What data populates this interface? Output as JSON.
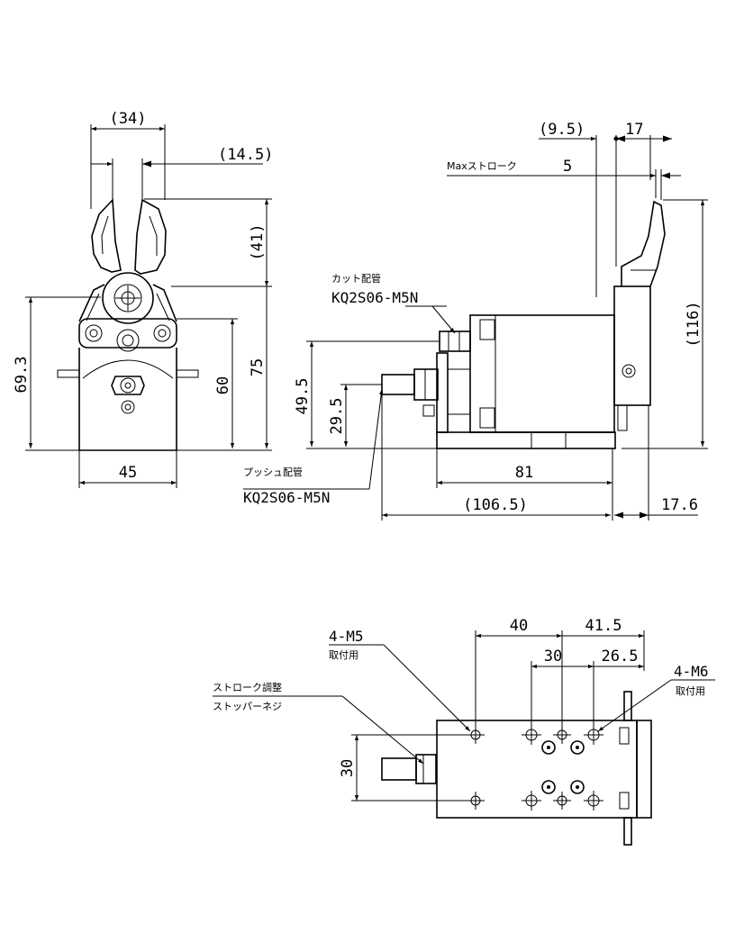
{
  "front_view": {
    "dim_width_top": "(34)",
    "dim_jaw_width": "(14.5)",
    "dim_jaw_height": "(41)",
    "dim_height_left": "69.3",
    "dim_height_60": "60",
    "dim_height_75": "75",
    "dim_base_width": "45"
  },
  "side_view": {
    "dim_offset_95": "(9.5)",
    "dim_17": "17",
    "max_stroke_label": "Maxストローク",
    "max_stroke_value": "5",
    "dim_total_height": "(116)",
    "dim_495": "49.5",
    "dim_295": "29.5",
    "dim_81": "81",
    "dim_1065": "(106.5)",
    "dim_176": "17.6",
    "cut_port_label": "カット配管",
    "cut_port_part": "KQ2S06-M5N",
    "push_port_label": "プッシュ配管",
    "push_port_part": "KQ2S06-M5N"
  },
  "bottom_view": {
    "dim_40": "40",
    "dim_415": "41.5",
    "dim_30_top": "30",
    "dim_265": "26.5",
    "dim_30_left": "30",
    "m5_label": "4-M5",
    "m5_sub": "取付用",
    "m6_label": "4-M6",
    "m6_sub": "取付用",
    "stopper_label_1": "ストローク調整",
    "stopper_label_2": "ストッパーネジ"
  }
}
